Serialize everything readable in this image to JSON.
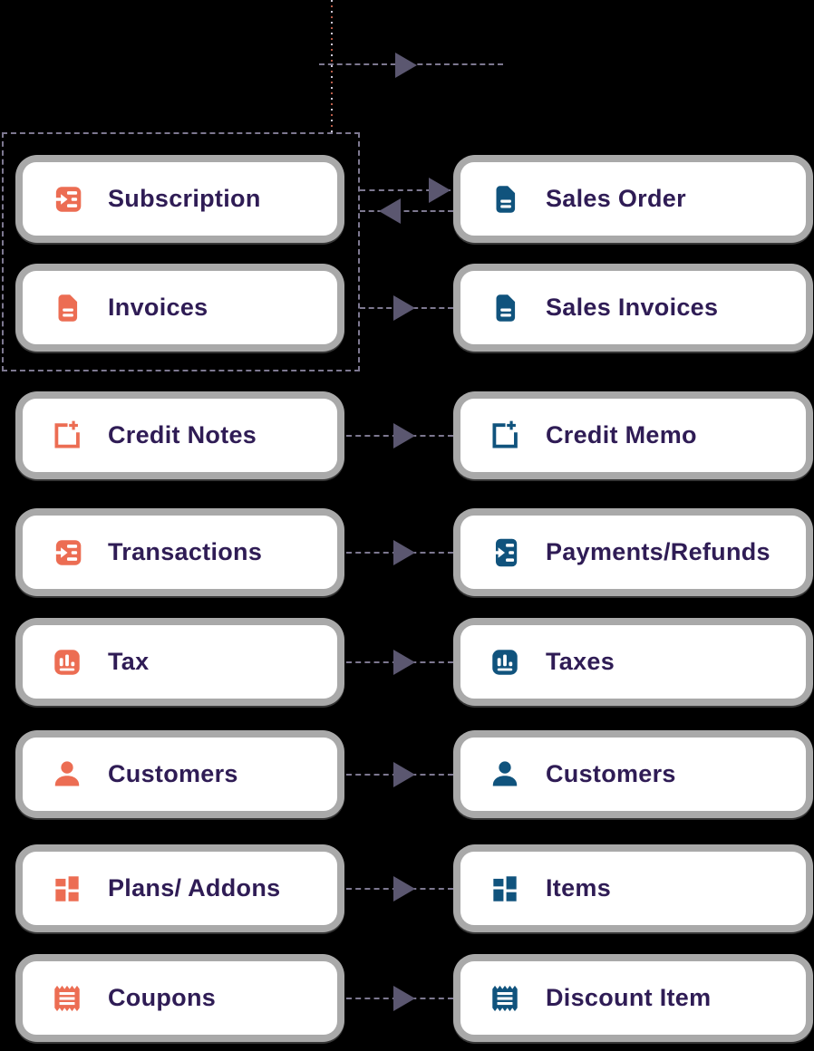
{
  "diagram": {
    "background": "#000000",
    "colors": {
      "left_accent": "#EC6D53",
      "right_accent": "#10537D",
      "label_color": "#2F1C55",
      "card_border_gray": "#A9A9A9",
      "card_background": "#FFFFFF",
      "connector_line": "#7D7890",
      "arrowhead": "#5B5770",
      "dotted_line_light": "#CFCAD9",
      "dotted_line_accent": "#B85C49"
    },
    "rows": [
      {
        "left": {
          "label": "Subscription",
          "icon": "subscription-icon",
          "glyph": "arrow-list"
        },
        "right": {
          "label": "Sales Order",
          "icon": "sales-order-icon",
          "glyph": "document"
        },
        "arrows": [
          "right",
          "left"
        ],
        "grouped": true
      },
      {
        "left": {
          "label": "Invoices",
          "icon": "invoices-icon",
          "glyph": "document"
        },
        "right": {
          "label": "Sales Invoices",
          "icon": "sales-invoices-icon",
          "glyph": "document"
        },
        "arrows": [
          "right"
        ],
        "grouped": true
      },
      {
        "left": {
          "label": "Credit Notes",
          "icon": "credit-notes-icon",
          "glyph": "credit-plus"
        },
        "right": {
          "label": "Credit Memo",
          "icon": "credit-memo-icon",
          "glyph": "credit-plus"
        },
        "arrows": [
          "right"
        ]
      },
      {
        "left": {
          "label": "Transactions",
          "icon": "transactions-icon",
          "glyph": "arrow-list"
        },
        "right": {
          "label": "Payments/Refunds",
          "icon": "payments-refunds-icon",
          "glyph": "arrow-list-tall"
        },
        "arrows": [
          "right"
        ]
      },
      {
        "left": {
          "label": "Tax",
          "icon": "tax-icon",
          "glyph": "bar-chart"
        },
        "right": {
          "label": "Taxes",
          "icon": "taxes-icon",
          "glyph": "bar-chart"
        },
        "arrows": [
          "right"
        ]
      },
      {
        "left": {
          "label": "Customers",
          "icon": "customers-icon",
          "glyph": "person"
        },
        "right": {
          "label": "Customers",
          "icon": "customers-right-icon",
          "glyph": "person"
        },
        "arrows": [
          "right"
        ]
      },
      {
        "left": {
          "label": "Plans/ Addons",
          "icon": "plans-addons-icon",
          "glyph": "dashboard"
        },
        "right": {
          "label": "Items",
          "icon": "items-icon",
          "glyph": "dashboard"
        },
        "arrows": [
          "right"
        ]
      },
      {
        "left": {
          "label": "Coupons",
          "icon": "coupons-icon",
          "glyph": "coupon"
        },
        "right": {
          "label": "Discount Item",
          "icon": "discount-item-icon",
          "glyph": "coupon"
        },
        "arrows": [
          "right"
        ]
      }
    ]
  }
}
